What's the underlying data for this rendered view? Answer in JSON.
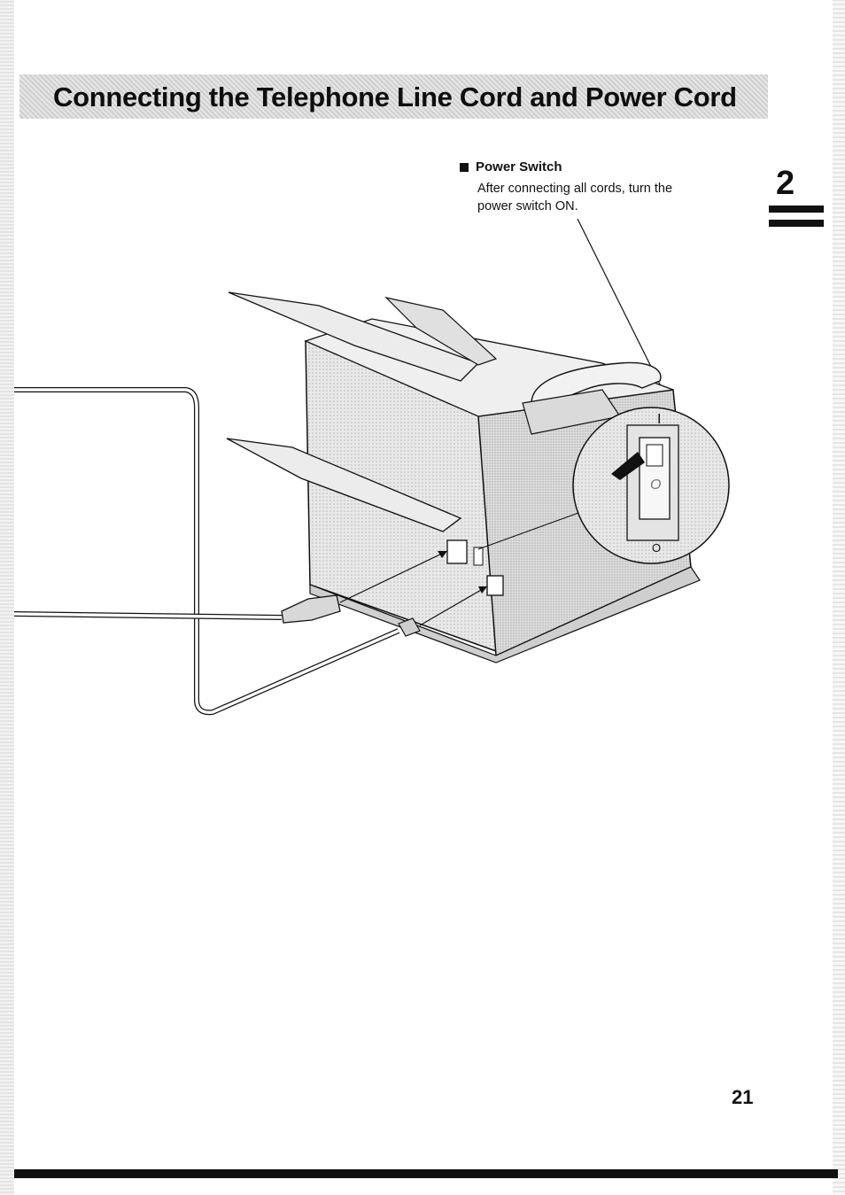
{
  "page": {
    "title": "Connecting the Telephone Line Cord and Power Cord",
    "chapter_number": "2",
    "page_number": "21"
  },
  "callout": {
    "heading": "Power Switch",
    "body": "After connecting all cords, turn the power switch ON."
  },
  "illustration": {
    "switch_on_label": "I",
    "switch_off_label": "O"
  }
}
